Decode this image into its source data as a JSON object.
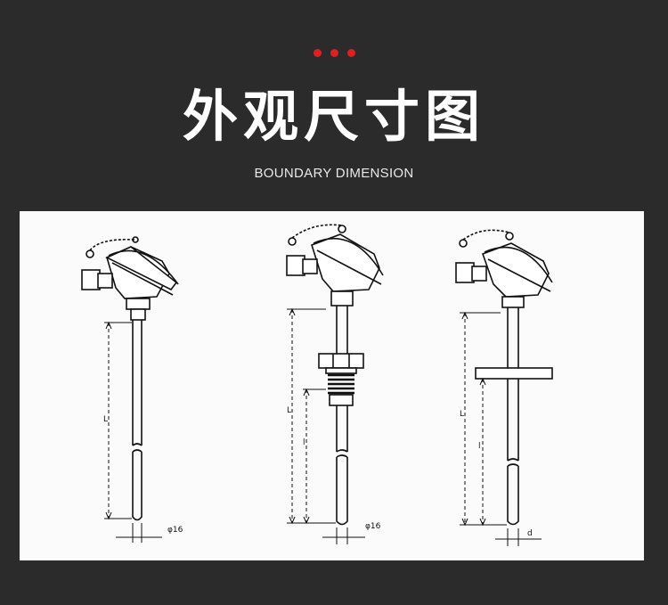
{
  "header": {
    "dot_color": "#e02020",
    "title": "外观尺寸图",
    "subtitle": "BOUNDARY DIMENSION"
  },
  "drawings": {
    "thermocouple_straight": {
      "length_label": "L",
      "dia_label": "φ16"
    },
    "thermocouple_threaded": {
      "length_label": "L",
      "insert_label": "l",
      "dia_label": "φ16"
    },
    "thermocouple_flange": {
      "length_label": "L",
      "insert_label": "l",
      "dia_label": "d"
    }
  }
}
